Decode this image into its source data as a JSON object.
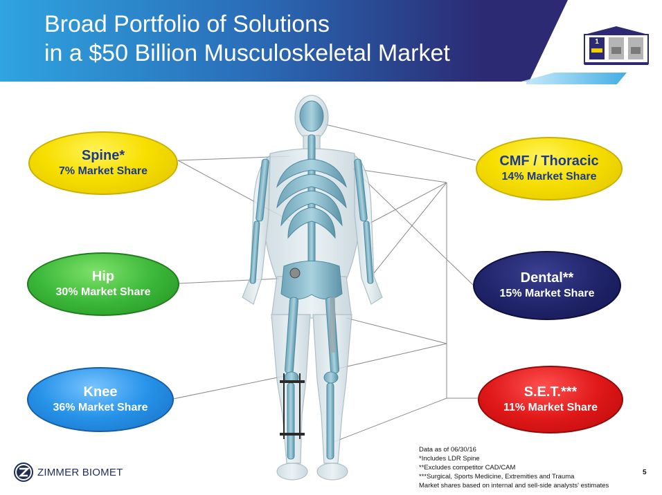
{
  "header": {
    "title_line1": "Broad Portfolio of Solutions",
    "title_line2": "in a $50 Billion Musculoskeletal Market",
    "nav_number": "1",
    "colors": {
      "dark": "#2b2a73",
      "light": "#2fa4e0"
    }
  },
  "segments": {
    "spine": {
      "name": "Spine*",
      "share": "7% Market Share",
      "color": "#f7df00"
    },
    "hip": {
      "name": "Hip",
      "share": "30% Market Share",
      "color": "#3cb83a"
    },
    "knee": {
      "name": "Knee",
      "share": "36% Market Share",
      "color": "#2592e8"
    },
    "cmf": {
      "name": "CMF / Thoracic",
      "share": "14% Market Share",
      "color": "#f7df00"
    },
    "dental": {
      "name": "Dental**",
      "share": "15%  Market Share",
      "color": "#1f2368"
    },
    "set": {
      "name": "S.E.T.***",
      "share": "11% Market Share",
      "color": "#e01818"
    }
  },
  "footnotes": {
    "date": "Data as of 06/30/16",
    "note1": "*Includes LDR Spine",
    "note2": "**Excludes competitor CAD/CAM",
    "note3": "***Surgical, Sports Medicine, Extremities and Trauma",
    "note4": "Market shares based on internal and sell-side analysts' estimates"
  },
  "footer": {
    "logo_text": "ZIMMER BIOMET",
    "page_number": "5"
  }
}
